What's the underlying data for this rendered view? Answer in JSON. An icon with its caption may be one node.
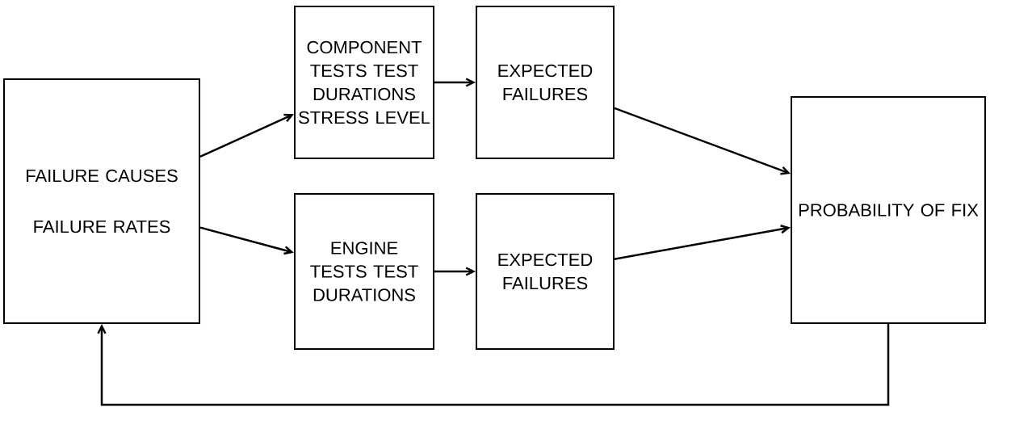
{
  "diagram": {
    "nodes": [
      {
        "text": [
          "FAILURE CAUSES",
          "FAILURE RATES"
        ]
      },
      {
        "text": [
          "COMPONENT TESTS TEST DURATIONS STRESS LEVEL"
        ]
      },
      {
        "text": [
          "EXPECTED FAILURES"
        ]
      },
      {
        "text": [
          "ENGINE TESTS TEST DURATIONS"
        ]
      },
      {
        "text": [
          "EXPECTED FAILURES"
        ]
      },
      {
        "text": [
          "PROBABILITY OF FIX"
        ]
      }
    ],
    "edges": [
      {
        "from": 0,
        "to": 1,
        "arrow": "to"
      },
      {
        "from": 0,
        "to": 3,
        "arrow": "to"
      },
      {
        "from": 1,
        "to": 2,
        "arrow": "to"
      },
      {
        "from": 3,
        "to": 4,
        "arrow": "to"
      },
      {
        "from": 2,
        "to": 5,
        "arrow": "to"
      },
      {
        "from": 4,
        "to": 5,
        "arrow": "to"
      },
      {
        "from": 5,
        "to": 0,
        "arrow": "to"
      }
    ]
  }
}
